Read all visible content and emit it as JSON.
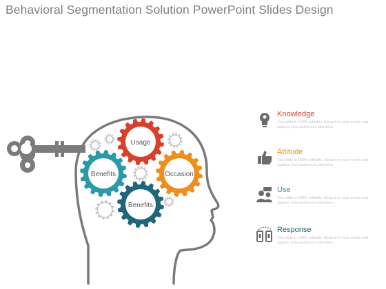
{
  "title": "Behavioral Segmentation Solution PowerPoint Slides Design",
  "gears": [
    {
      "label": "Usage",
      "color": "#d9402b",
      "icon": "gear"
    },
    {
      "label": "Benefits",
      "color": "#2a99a8",
      "icon": "gear"
    },
    {
      "label": "Occasion",
      "color": "#ee8e1e",
      "icon": "gear"
    },
    {
      "label": "Benefits",
      "color": "#20667a",
      "icon": "gear"
    }
  ],
  "legend": [
    {
      "heading": "Knowledge",
      "color": "#d9402b",
      "icon": "lightbulb-icon",
      "desc": "This slide is 100% editable. Adapt it to your needs and capture your audience's attention."
    },
    {
      "heading": "Attitude",
      "color": "#ee8e1e",
      "icon": "thumbs-up-icon",
      "desc": "This slide is 100% editable. Adapt it to your needs and capture your audience's attention."
    },
    {
      "heading": "Use",
      "color": "#2a99a8",
      "icon": "people-icon",
      "desc": "This slide is 100% editable. Adapt it to your needs and capture your audience's attention."
    },
    {
      "heading": "Response",
      "color": "#20667a",
      "icon": "mobile-response-icon",
      "desc": "This slide is 100% editable. Adapt it to your needs and capture your audience's attention."
    }
  ]
}
